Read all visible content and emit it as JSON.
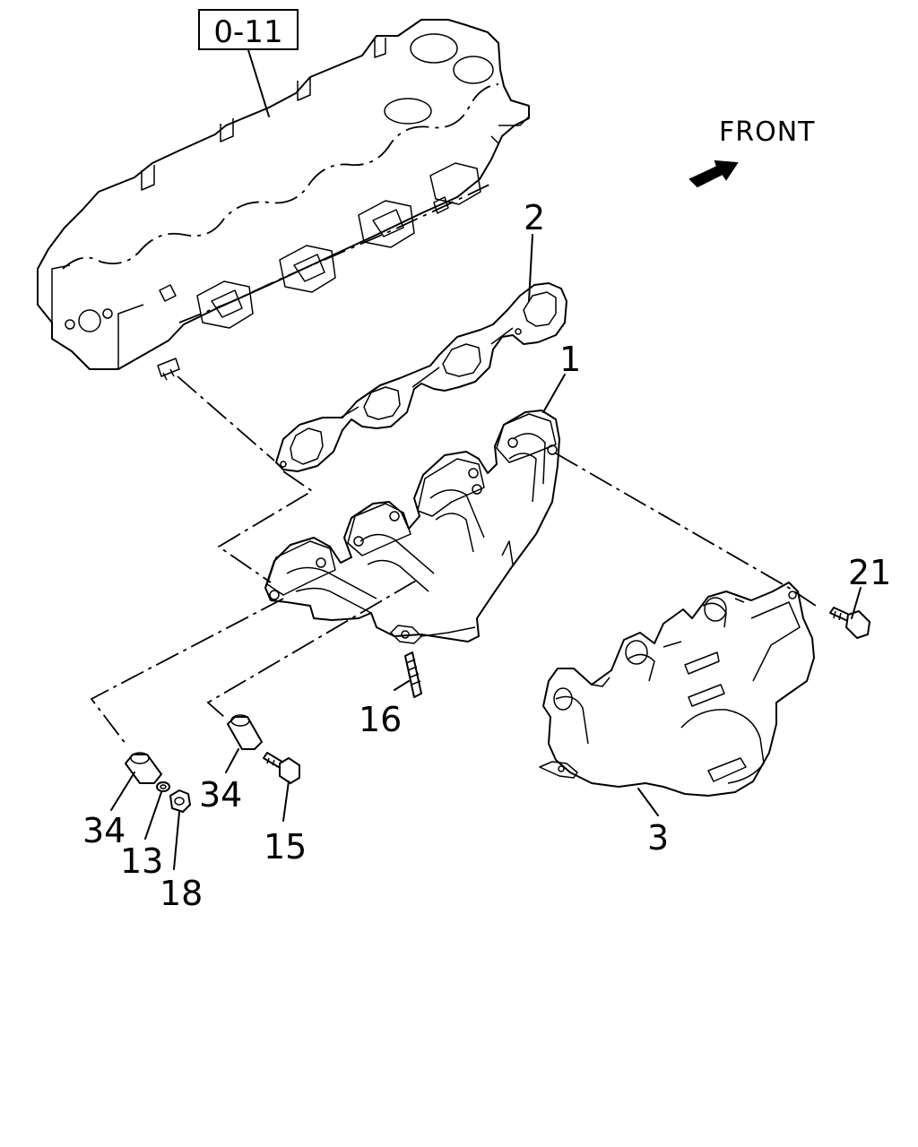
{
  "reference_box": "0-11",
  "direction_label": "FRONT",
  "callouts": {
    "c1": "1",
    "c2": "2",
    "c3": "3",
    "c13": "13",
    "c15": "15",
    "c16": "16",
    "c18": "18",
    "c21": "21",
    "c34a": "34",
    "c34b": "34"
  },
  "parts": [
    "cylinder-head",
    "exhaust-manifold-gasket",
    "exhaust-manifold",
    "heat-shield",
    "stud",
    "bolt",
    "nut",
    "washer",
    "spacer-collar"
  ]
}
